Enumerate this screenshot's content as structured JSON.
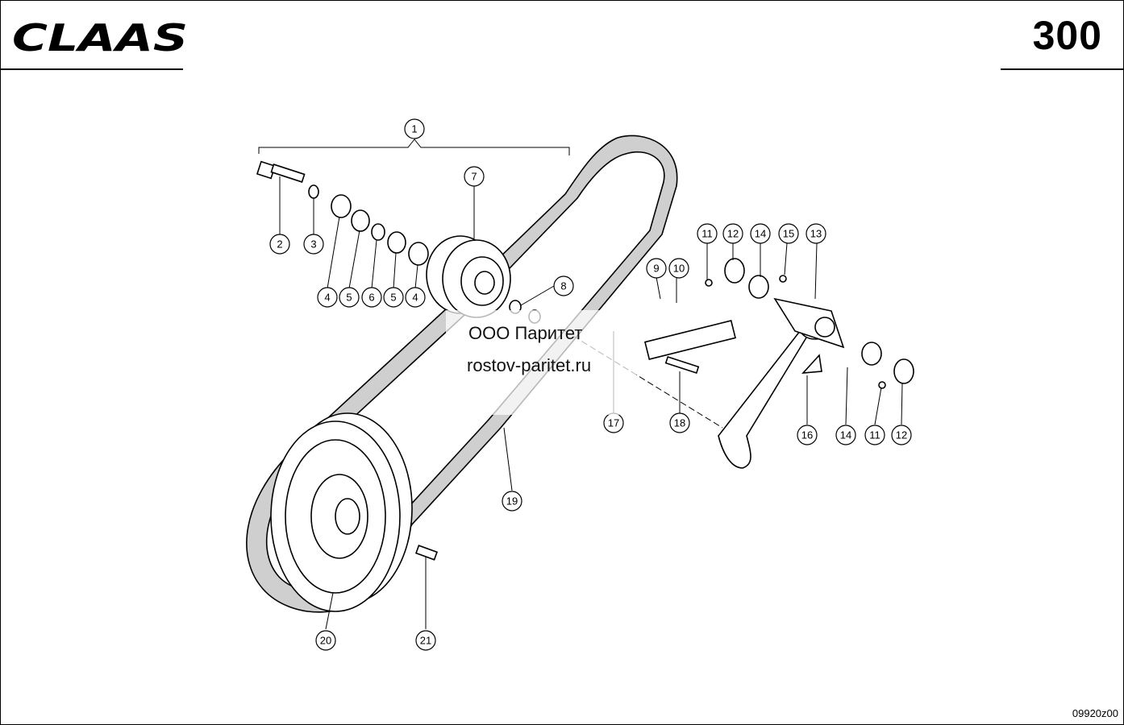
{
  "header": {
    "brand": "CLAAS",
    "page_number": "300"
  },
  "watermark": {
    "line1": "ООО Паритет",
    "line2": "rostov-paritet.ru"
  },
  "footer": {
    "drawing_code": "09920z00"
  },
  "callouts": [
    "1",
    "2",
    "3",
    "4",
    "5",
    "6",
    "5",
    "4",
    "7",
    "8",
    "9",
    "10",
    "11",
    "12",
    "14",
    "15",
    "13",
    "17",
    "18",
    "16",
    "14",
    "11",
    "12",
    "19",
    "20",
    "21"
  ]
}
